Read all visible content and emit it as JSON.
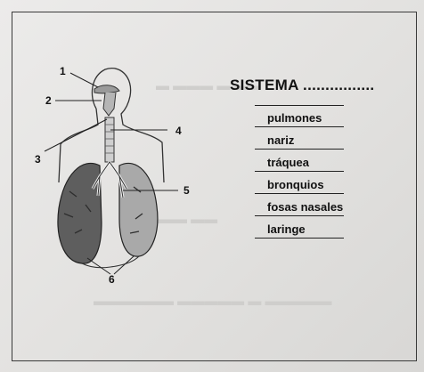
{
  "worksheet": {
    "title": "SISTEMA ................",
    "organ_words": [
      "pulmones",
      "nariz",
      "tráquea",
      "bronquios",
      "fosas nasales",
      "laringe"
    ],
    "callout_numbers": [
      "1",
      "2",
      "3",
      "4",
      "5",
      "6"
    ]
  }
}
